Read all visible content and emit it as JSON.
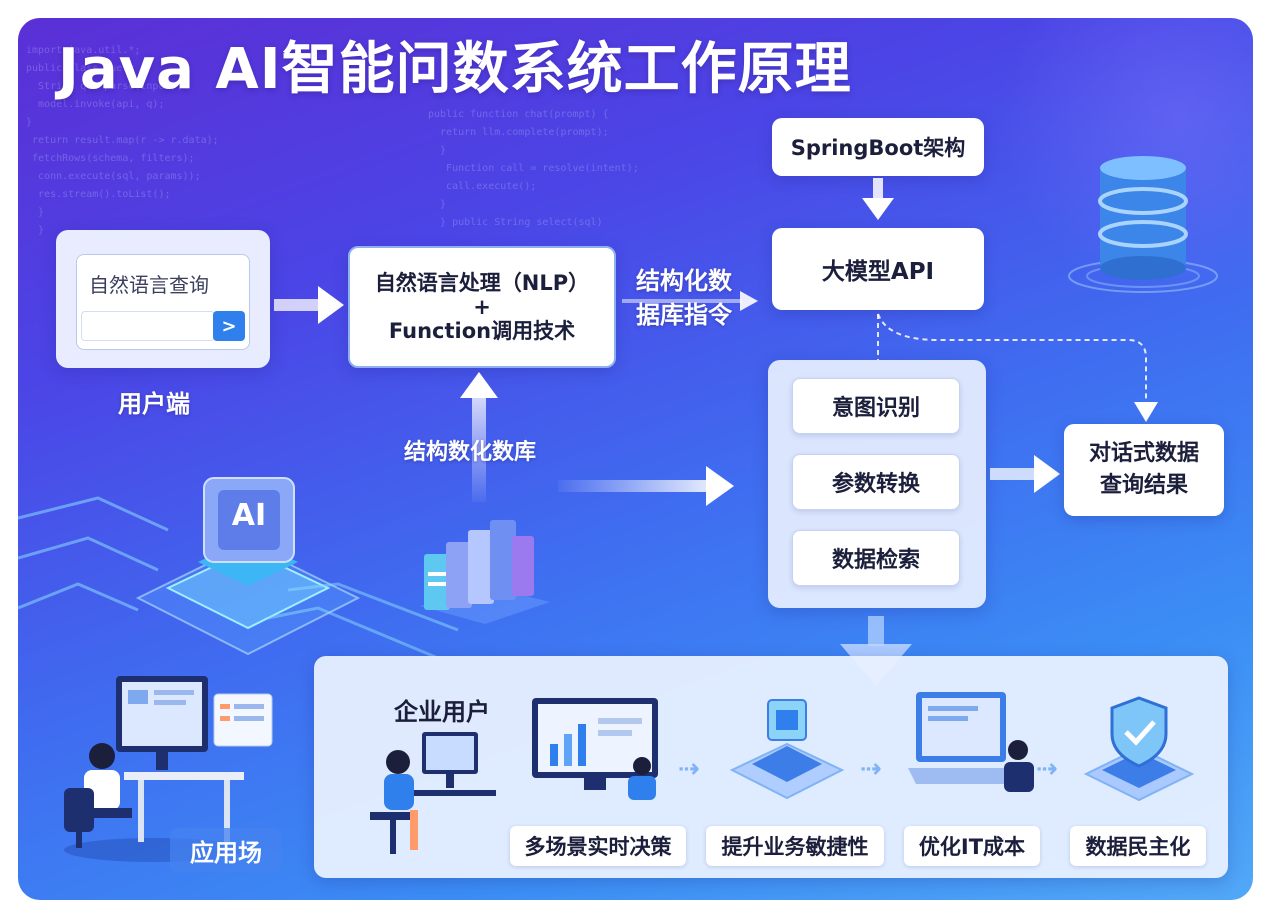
{
  "title": "Java AI智能问数系统工作原理",
  "user_side": {
    "query_placeholder": "自然语言查询",
    "submit_glyph": ">",
    "label": "用户端"
  },
  "nlp_box": {
    "line1": "自然语言处理（NLP）",
    "line2": "+",
    "line3": "Function调用技术"
  },
  "structured_instruction": {
    "line1": "结构化数",
    "line2": "据库指令"
  },
  "springboot_label": "SpringBoot架构",
  "llm_api_label": "大模型API",
  "pipeline_steps": [
    "意图识别",
    "参数转换",
    "数据检索"
  ],
  "result_box": {
    "line1": "对话式数据",
    "line2": "查询结果"
  },
  "structured_db_label": "结构数化数库",
  "enterprise_users_label": "企业用户",
  "benefits": [
    "多场景实时决策",
    "提升业务敏捷性",
    "优化IT成本",
    "数据民主化"
  ],
  "app_scene_label": "应用场",
  "ai_chip_text": "AI",
  "colors": {
    "bg_top": "#5b2fd6",
    "bg_bottom": "#52a8f7",
    "accent_blue": "#2f80ed",
    "card_text": "#1b1f3b"
  }
}
